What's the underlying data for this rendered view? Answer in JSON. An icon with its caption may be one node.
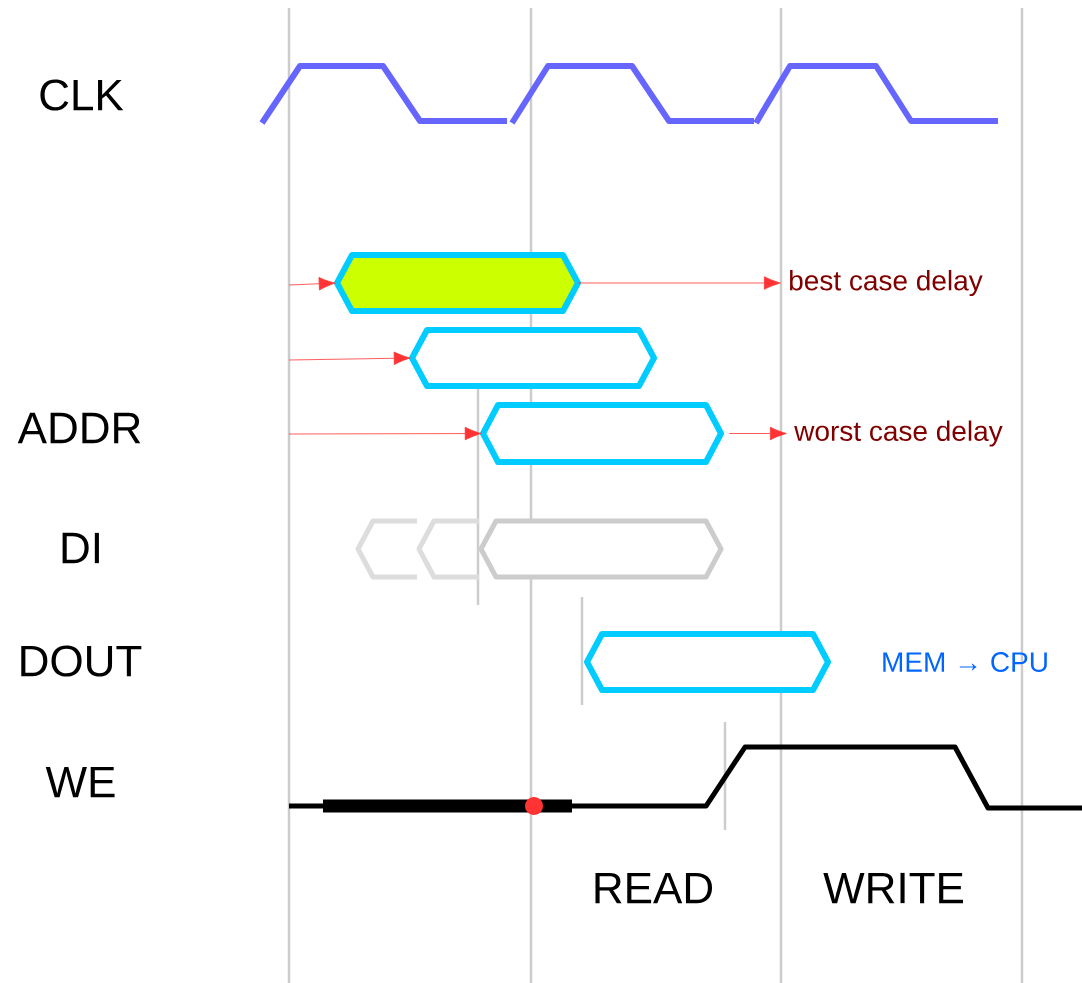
{
  "diagram": {
    "nodes": [
      {
        "text": [],
        "shape": "hexagon"
      },
      {
        "text": [],
        "shape": "hexagon"
      },
      {
        "text": [],
        "shape": "hexagon"
      },
      {
        "text": [
          "best case delay"
        ]
      },
      {
        "text": [
          "worst case delay"
        ]
      },
      {
        "text": [],
        "shape": "hexagon"
      },
      {
        "text": [],
        "shape": "hexagon"
      },
      {
        "text": [],
        "shape": "hexagon"
      },
      {
        "text": [],
        "shape": "hexagon"
      }
    ],
    "edges": [
      {
        "from": null,
        "to": 0,
        "arrow": "to"
      },
      {
        "from": 0,
        "to": 3,
        "arrow": "to"
      },
      {
        "from": null,
        "to": 1,
        "arrow": "to"
      },
      {
        "from": null,
        "to": 2,
        "arrow": "to"
      },
      {
        "from": 2,
        "to": 4,
        "arrow": "to"
      }
    ],
    "labels": [
      "CLK",
      "ADDR",
      "DI",
      "DOUT",
      "MEM → CPU",
      "WE",
      "READ",
      "WRITE"
    ]
  }
}
